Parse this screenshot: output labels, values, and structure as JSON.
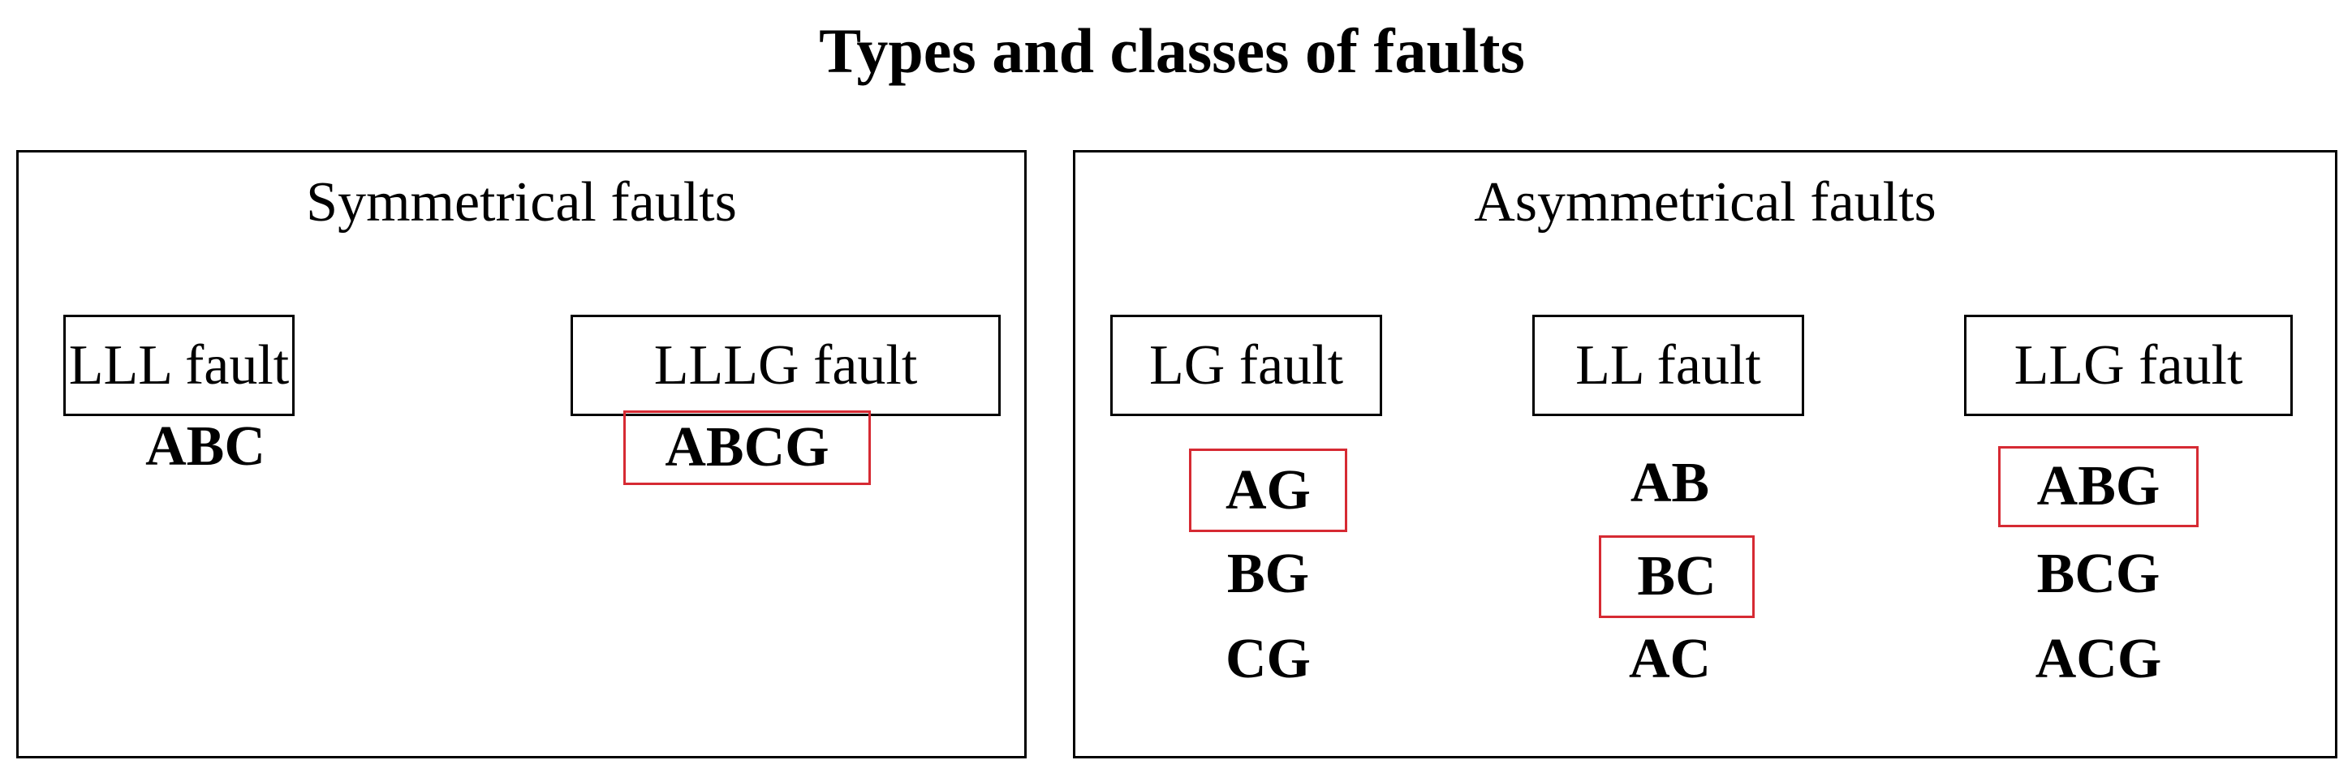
{
  "title": "Types and classes of faults",
  "highlight_color": "#d62a33",
  "border_color": "#000000",
  "symmetrical": {
    "title": "Symmetrical faults",
    "classes": [
      {
        "label": "LLL fault",
        "items": [
          {
            "text": "ABC",
            "highlighted": false
          }
        ]
      },
      {
        "label": "LLLG fault",
        "items": [
          {
            "text": "ABCG",
            "highlighted": true
          }
        ]
      }
    ]
  },
  "asymmetrical": {
    "title": "Asymmetrical faults",
    "classes": [
      {
        "label": "LG fault",
        "items": [
          {
            "text": "AG",
            "highlighted": true
          },
          {
            "text": "BG",
            "highlighted": false
          },
          {
            "text": "CG",
            "highlighted": false
          }
        ]
      },
      {
        "label": "LL fault",
        "items": [
          {
            "text": "AB",
            "highlighted": false
          },
          {
            "text": "BC",
            "highlighted": true
          },
          {
            "text": "AC",
            "highlighted": false
          }
        ]
      },
      {
        "label": "LLG fault",
        "items": [
          {
            "text": "ABG",
            "highlighted": true
          },
          {
            "text": "BCG",
            "highlighted": false
          },
          {
            "text": "ACG",
            "highlighted": false
          }
        ]
      }
    ]
  }
}
